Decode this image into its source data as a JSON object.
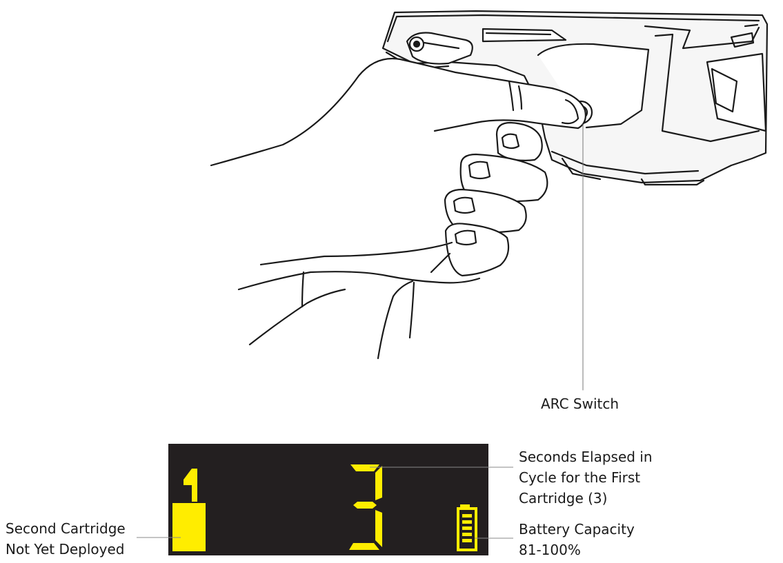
{
  "callouts": {
    "arc_switch": "ARC Switch",
    "seconds_elapsed": [
      "Seconds Elapsed in",
      "Cycle for the First",
      "Cartridge (3)"
    ],
    "battery_capacity": [
      "Battery Capacity",
      "81-100%"
    ],
    "second_cartridge": [
      "Second Cartridge",
      "Not Yet Deployed"
    ]
  },
  "display": {
    "cartridge_number": "1",
    "seconds_digit": "3",
    "battery_level_percent": 100,
    "battery_bars": 5,
    "segment_color": "#ffed00",
    "background_color": "#231f20"
  },
  "icons": {
    "device": "energy-weapon",
    "hand": "gripping-hand",
    "battery": "battery-icon"
  }
}
